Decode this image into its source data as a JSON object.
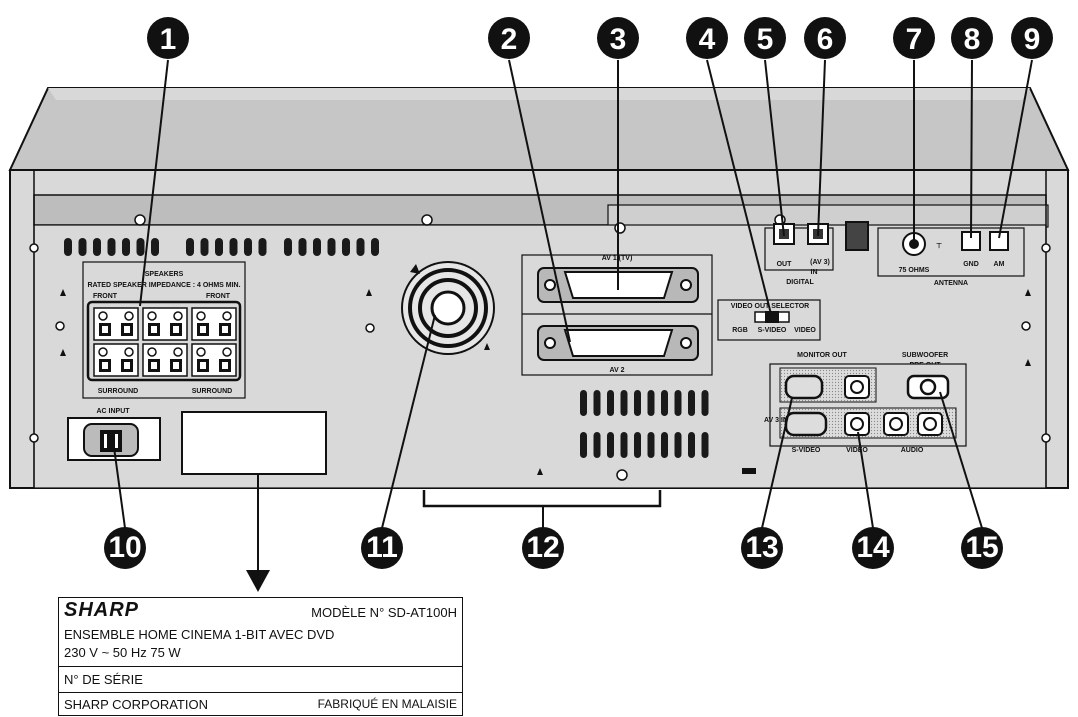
{
  "callouts": [
    "1",
    "2",
    "3",
    "4",
    "5",
    "6",
    "7",
    "8",
    "9",
    "10",
    "11",
    "12",
    "13",
    "14",
    "15"
  ],
  "panel_labels": {
    "speakers": "SPEAKERS",
    "impedance": "RATED SPEAKER IMPEDANCE : 4 OHMS MIN.",
    "front_left": "FRONT",
    "front_right": "FRONT",
    "surround_left": "SURROUND",
    "surround_right": "SURROUND",
    "ac_input": "AC INPUT",
    "av1": "AV 1 (TV)",
    "av2": "AV 2",
    "video_out_selector": "VIDEO OUT SELECTOR",
    "rgb": "RGB",
    "s_video_sel": "S-VIDEO",
    "video_sel": "VIDEO",
    "out": "OUT",
    "in": "IN",
    "av3": "(AV 3)",
    "digital": "DIGITAL",
    "ohms75": "75 OHMS",
    "gnd": "GND",
    "am": "AM",
    "antenna": "ANTENNA",
    "monitor_out": "MONITOR OUT",
    "subwoofer": "SUBWOOFER",
    "pre_out": "PRE OUT",
    "av3_in": "AV 3 IN",
    "s_video": "S-VIDEO",
    "video": "VIDEO",
    "audio": "AUDIO"
  },
  "plate": {
    "brand": "SHARP",
    "model": "MODÈLE N° SD-AT100H",
    "product": "ENSEMBLE HOME CINEMA 1-BIT AVEC DVD",
    "power": "230 V ~ 50 Hz   75 W",
    "serial": "N° DE SÉRIE",
    "corporation": "SHARP CORPORATION",
    "made_in": "FABRIQUÉ EN MALAISIE"
  },
  "colors": {
    "callout_fill": "#111111",
    "panel_gray": "#d9d9d9",
    "top_gray": "#c4c4c4",
    "outline": "#111111"
  }
}
